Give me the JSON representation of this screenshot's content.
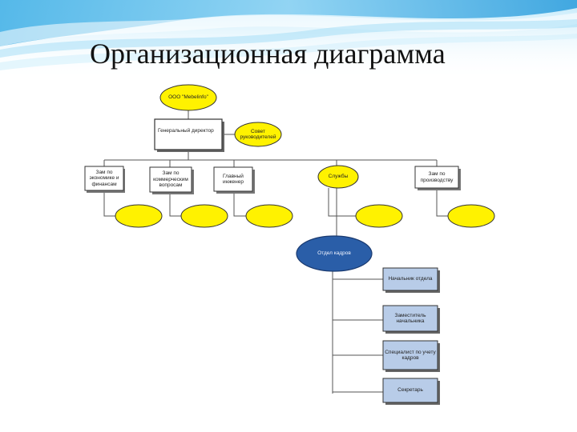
{
  "slide": {
    "title": "Организационная диаграмма"
  },
  "colors": {
    "accent_yellow": "#fff200",
    "accent_blue": "#2a5ea8",
    "box_blue": "#b8cce8",
    "line": "#555555"
  },
  "diagram": {
    "company": "ООО \"Mebelinfo\"",
    "general_director": "Генеральный директор",
    "council": "Совет\nруководителей",
    "deputies": [
      {
        "label": "Зам по\nэкономике и\nфинансам"
      },
      {
        "label": "Зам по\nкоммерческим\nвопросам"
      },
      {
        "label": "Главный\nинженер"
      },
      {
        "label": "Службы"
      },
      {
        "label": "Зам по\nпроизводству"
      }
    ],
    "hr_department": "Отдел кадров",
    "hr_staff": [
      {
        "label": "Начальник отдела"
      },
      {
        "label": "Заместитель\nначальника"
      },
      {
        "label": "Специалист по учету\nкадров"
      },
      {
        "label": "Секретарь"
      }
    ]
  }
}
